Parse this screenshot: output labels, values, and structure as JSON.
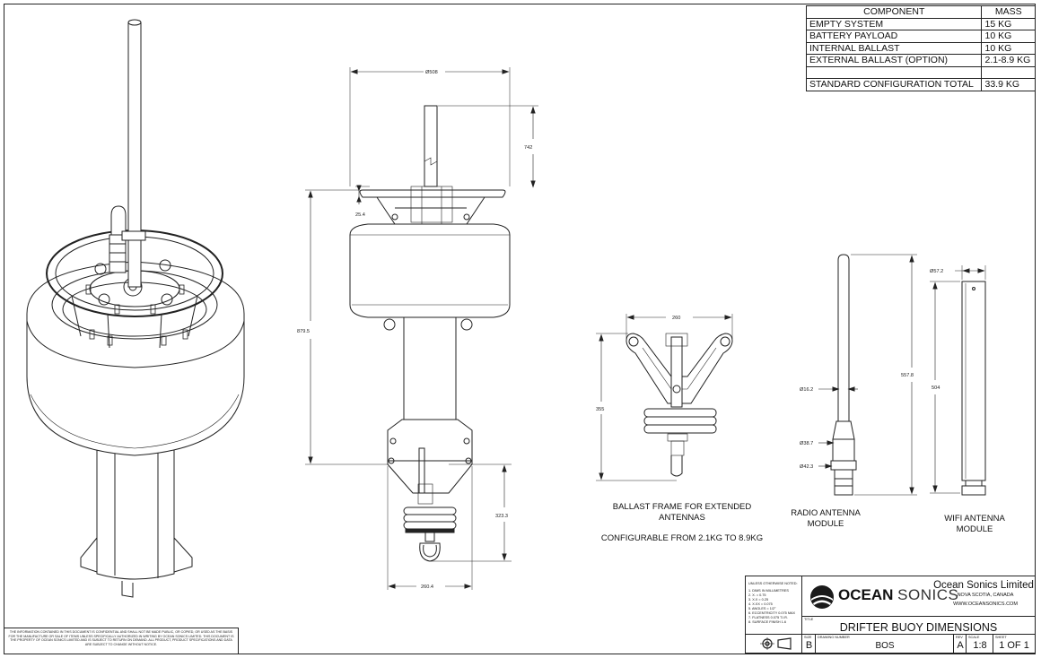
{
  "mass_table": {
    "headers": [
      "COMPONENT",
      "MASS"
    ],
    "rows": [
      [
        "EMPTY SYSTEM",
        "15 KG"
      ],
      [
        "BATTERY PAYLOAD",
        "10 KG"
      ],
      [
        "INTERNAL BALLAST",
        "10 KG"
      ],
      [
        "EXTERNAL BALLAST (OPTION)",
        "2.1-8.9 KG"
      ],
      [
        "",
        ""
      ],
      [
        "STANDARD CONFIGURATION TOTAL",
        "33.9 KG"
      ]
    ]
  },
  "dimensions": {
    "top_diameter": "Ø508",
    "antenna_height": "742",
    "flange": "25.4",
    "overall_height": "879.5",
    "lower_height": "323.3",
    "base_width": "260.4",
    "ballast_width": "260",
    "ballast_height": "355",
    "radio_d1": "Ø16.2",
    "radio_d2": "Ø38.7",
    "radio_d3": "Ø42.3",
    "radio_length": "557.8",
    "wifi_diameter": "Ø57.2",
    "wifi_length": "504"
  },
  "labels": {
    "ballast_line1": "BALLAST FRAME FOR EXTENDED",
    "ballast_line2": "ANTENNAS",
    "ballast_config": "CONFIGURABLE FROM 2.1KG TO 8.9KG",
    "radio_line1": "RADIO ANTENNA",
    "radio_line2": "MODULE",
    "wifi_line1": "WIFI ANTENNA",
    "wifi_line2": "MODULE"
  },
  "confidential_note": "THE INFORMATION CONTAINED IN THIS DOCUMENT IS CONFIDENTIAL AND SHALL NOT BE MADE PUBLIC, OR COPIED, OR USED AS THE BASIS FOR THE MANUFACTURE OR SALE OF ITEMS UNLESS SPECIFICALLY AUTHORIZED IN WRITING BY OCEAN SONICS LIMITED. THIS DOCUMENT IS THE PROPERTY OF OCEAN SONICS LIMITED AND IS SUBJECT TO RETURN ON DEMAND. ALL PRODUCT, PRODUCT SPECIFICATIONS AND DATA ARE SUBJECT TO CHANGE WITHOUT NOTICE.",
  "title_block": {
    "notes_heading": "UNLESS OTHERWISE NOTED:",
    "notes": [
      "1. DIMS IN MILLIMETRES",
      "2. X. = 0.75",
      "3. X.X = 0.25",
      "4. X.XX = 0.075",
      "5. ANGLES = 1/2°",
      "6. ECCENTRICITY 0.075 MAX",
      "7. FLATNESS 0.075 T.I.R.",
      "8. SURFACE FINISH 1.6"
    ],
    "logo_bold": "OCEAN",
    "logo_light": "SONICS",
    "company": "Ocean Sonics Limited",
    "location": "NOVA SCOTIA, CANADA",
    "website": "WWW.OCEANSONICS.COM",
    "title_caption": "TITLE",
    "title": "DRIFTER BUOY DIMENSIONS",
    "size_caption": "SIZE",
    "size": "B",
    "drawing_caption": "DRAWING NUMBER",
    "drawing_number": "BOS",
    "rev_caption": "REV",
    "rev": "A",
    "scale_caption": "SCALE",
    "scale": "1:8",
    "sheet_caption": "SHEET",
    "sheet": "1 OF 1"
  }
}
